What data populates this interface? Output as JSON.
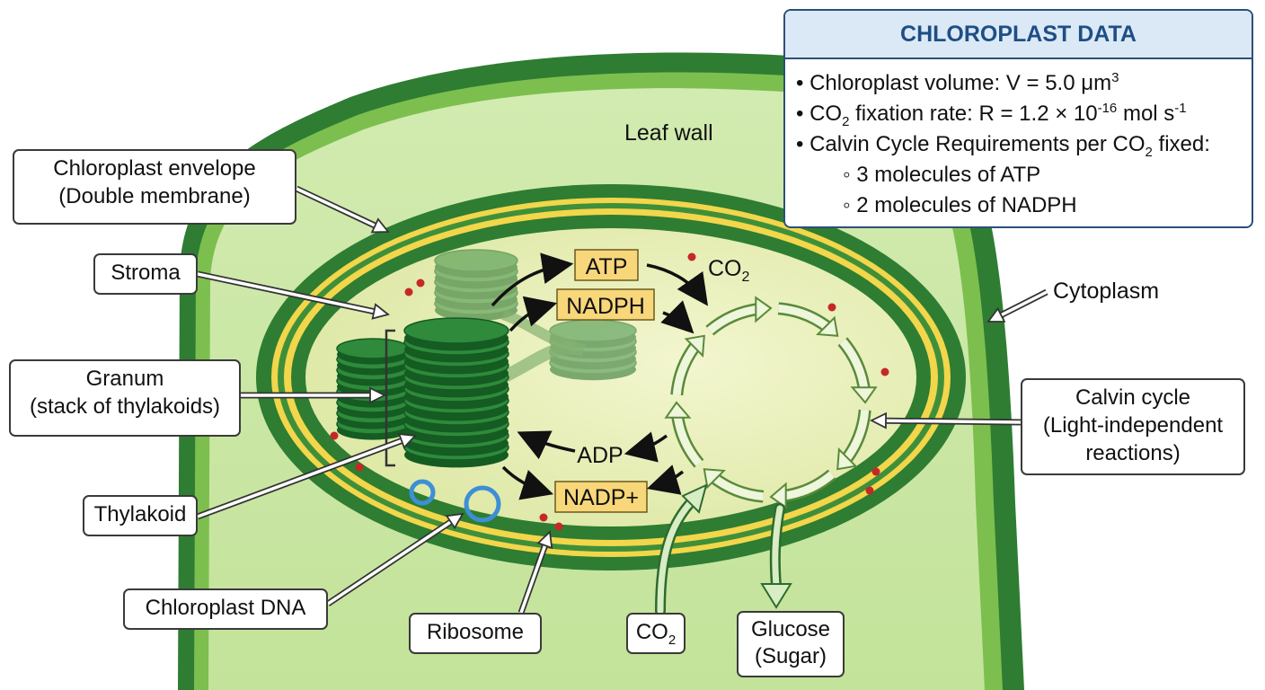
{
  "info_box": {
    "title": "CHLOROPLAST DATA",
    "items": [
      {
        "bullet": "•",
        "text_before": "Chloroplast volume: V = 5.0 μm",
        "sup": "3",
        "text_after": ""
      },
      {
        "bullet": "•",
        "pre": "CO",
        "sub": "2",
        "text_before": " fixation rate: R = 1.2 × 10",
        "sup": "-16",
        "text_after": " mol s",
        "sup2": "-1"
      },
      {
        "bullet": "•",
        "text_before": "Calvin Cycle Requirements per CO",
        "sub": "2",
        "text_after": " fixed:"
      },
      {
        "bullet": "◦",
        "text": "3 molecules of ATP"
      },
      {
        "bullet": "◦",
        "text": "2 molecules of NADPH"
      }
    ]
  },
  "labels": {
    "leaf_wall": "Leaf wall",
    "cytoplasm": "Cytoplasm",
    "envelope_line1": "Chloroplast envelope",
    "envelope_line2": "(Double membrane)",
    "stroma": "Stroma",
    "granum_line1": "Granum",
    "granum_line2": "(stack of thylakoids)",
    "thylakoid": "Thylakoid",
    "dna": "Chloroplast DNA",
    "ribosome": "Ribosome",
    "co2_in_base": "CO",
    "co2_in_sub": "2",
    "glucose_line1": "Glucose",
    "glucose_line2": "(Sugar)",
    "calvin_line1": "Calvin cycle",
    "calvin_line2": "(Light-independent",
    "calvin_line3": "reactions)"
  },
  "molecules": {
    "atp": "ATP",
    "nadph": "NADPH",
    "adp": "ADP",
    "nadp_plus": "NADP+",
    "co2_base": "CO",
    "co2_sub": "2"
  },
  "colors": {
    "cell_wall_dark": "#2e7d32",
    "cytoplasm_fill": "#c9e7a3",
    "envelope_yellow": "#f2d64b",
    "stroma_fill": "#e7efb8",
    "thylakoid_green": "#1b6e2a",
    "molecule_box": "#f7d77a",
    "info_header": "#dbe9f6",
    "info_title": "#1f4e85",
    "ribosome_red": "#c62828",
    "dna_blue": "#3d8fd6"
  }
}
